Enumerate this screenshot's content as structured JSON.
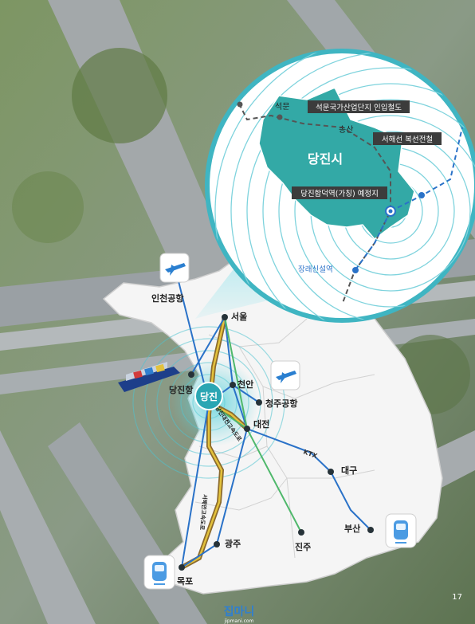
{
  "colors": {
    "accent": "#3bb3c3",
    "dangjin_fill": "#33a9a6",
    "rail_blue": "#2a72c8",
    "road_brown": "#8b6a2d",
    "road_yellow": "#e3c23c",
    "route_green": "#4fb86b",
    "label_box": "#3c3c3c"
  },
  "inset": {
    "region_name": "당진시",
    "labels": {
      "seokmun": "석문",
      "songsan": "송산",
      "seokmun_rail": "석문국가산업단지 인입철도",
      "seohae_line": "서해선 복선전철",
      "station_planned": "당진합덕역(가칭) 예정지",
      "janghang_station": "장래신설역"
    }
  },
  "map": {
    "center_badge": "당진",
    "cities": {
      "incheon_airport": "인천공항",
      "seoul": "서울",
      "dangjin_port": "당진항",
      "cheonan": "천안",
      "cheongju_airport": "청주공항",
      "daejeon": "대전",
      "daegu": "대구",
      "gwangju": "광주",
      "jinju": "진주",
      "busan": "부산",
      "mokpo": "목포"
    },
    "route_labels": {
      "ktx": "KTX",
      "dangjin_daejeon_expressway": "당진대전고속도로",
      "seohaean_expressway": "서해안고속도로"
    },
    "icons": [
      "airplane-icon",
      "airplane-icon",
      "ship-icon",
      "train-icon",
      "train-icon"
    ]
  },
  "footer": {
    "logo_text": "집마니",
    "logo_url_text": "jipmani.com",
    "page_number": "17"
  }
}
